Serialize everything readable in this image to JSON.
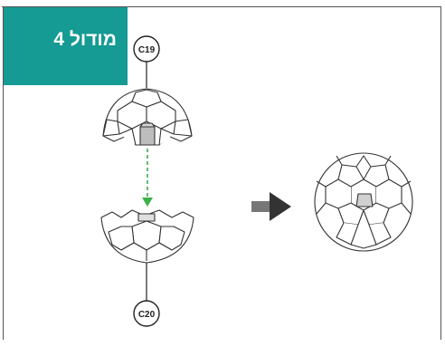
{
  "module": {
    "title": "מודול 4",
    "color": "#159a94"
  },
  "parts": [
    {
      "id": "top-half",
      "label": "C19"
    },
    {
      "id": "bottom-half",
      "label": "C20"
    }
  ],
  "colors": {
    "guide_line": "#3db04a",
    "arrow": "#333333",
    "outline": "#333333"
  },
  "icons": {
    "assembly_arrow": "right-arrow-icon"
  }
}
